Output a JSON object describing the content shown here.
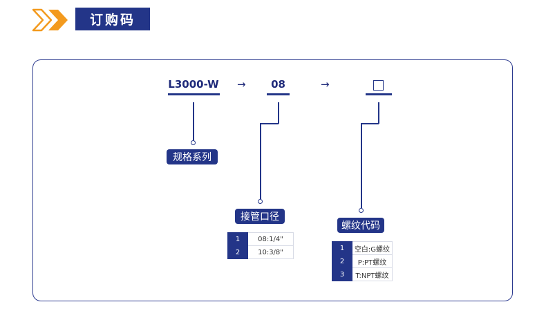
{
  "header": {
    "title": "订购码"
  },
  "code": {
    "model": "L3000-W",
    "arrow1": "→",
    "size": "08",
    "arrow2": "→",
    "thread_box": "□"
  },
  "labels": {
    "series": "规格系列",
    "port_size": "接管口径",
    "thread_code": "螺纹代码"
  },
  "port_size_options": [
    {
      "num": "1",
      "value": "08:1/4\""
    },
    {
      "num": "2",
      "value": "10:3/8\""
    }
  ],
  "thread_options": [
    {
      "num": "1",
      "value": "空白:G螺纹"
    },
    {
      "num": "2",
      "value": "P:PT螺纹"
    },
    {
      "num": "3",
      "value": "T:NPT螺纹"
    }
  ],
  "colors": {
    "primary": "#233588",
    "accent": "#f39a1e"
  }
}
